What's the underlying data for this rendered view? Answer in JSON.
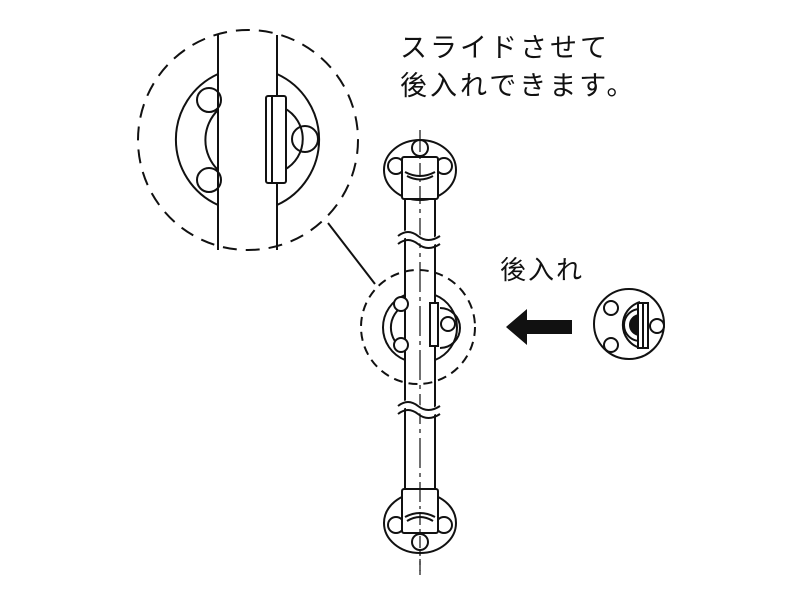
{
  "annotations": {
    "slide_line1": "スライドさせて",
    "slide_line2": "後入れできます。",
    "post_insert": "後入れ"
  },
  "colors": {
    "line": "#111111",
    "background": "#ffffff"
  },
  "icons": {
    "arrow": "arrow-left-icon"
  }
}
